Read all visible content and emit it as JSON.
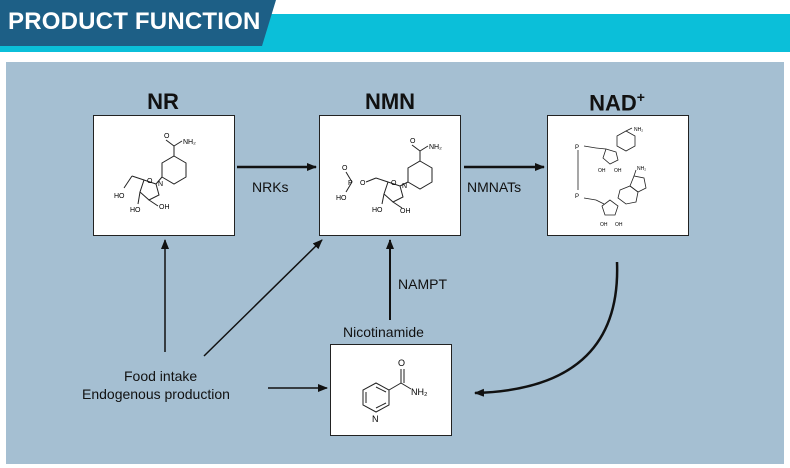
{
  "header": {
    "title": "PRODUCT FUNCTION"
  },
  "nodes": {
    "nr": {
      "label": "NR"
    },
    "nmn": {
      "label": "NMN"
    },
    "nad": {
      "label": "NAD",
      "sup": "+"
    },
    "nicotinamide": {
      "label": "Nicotinamide"
    }
  },
  "edges": {
    "nrks": "NRKs",
    "nmnats": "NMNATs",
    "nampt": "NAMPT"
  },
  "source": {
    "line1": "Food intake",
    "line2": "Endogenous production"
  },
  "chem": {
    "nr": {
      "amide": "O",
      "nh2": "NH₂",
      "n": "N",
      "o": "O",
      "ho1": "HO",
      "ho2": "HO",
      "oh": "OH"
    },
    "nmn": {
      "amide": "O",
      "nh2": "NH₂",
      "n": "N",
      "o": "O",
      "ho": "HO",
      "oh": "OH",
      "p": "P",
      "po1": "O",
      "po2": "O",
      "ho2": "HO"
    },
    "nad": {
      "nh2a": "NH₂",
      "nh2b": "NH₂",
      "p1": "P",
      "p2": "P",
      "oh1": "OH",
      "oh2": "OH",
      "oh3": "OH",
      "oh4": "OH"
    },
    "nic": {
      "o": "O",
      "nh2": "NH₂",
      "n": "N"
    }
  }
}
